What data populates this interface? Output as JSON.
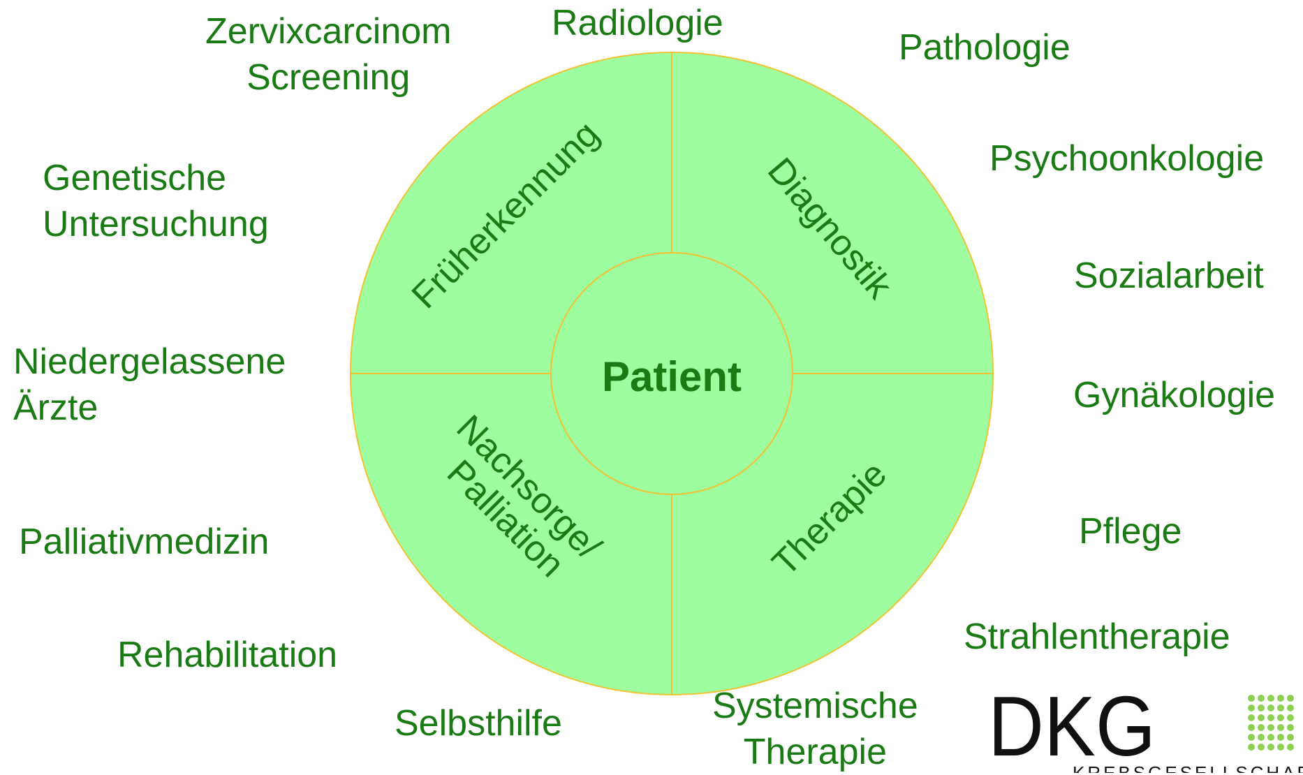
{
  "center_label": "Patient",
  "segments": {
    "top_left": "Früherkennung",
    "top_right": "Diagnostik",
    "bottom_left": [
      "Nachsorge/",
      "Palliation"
    ],
    "bottom_right": "Therapie"
  },
  "outer_labels": {
    "zervix": [
      "Zervixcarcinom",
      "Screening"
    ],
    "radiologie": "Radiologie",
    "pathologie": "Pathologie",
    "genetische": [
      "Genetische",
      "Untersuchung"
    ],
    "psychoonkologie": "Psychoonkologie",
    "sozialarbeit": "Sozialarbeit",
    "niedergelassene": [
      "Niedergelassene",
      "Ärzte"
    ],
    "gynaekologie": "Gynäkologie",
    "palliativmedizin": "Palliativmedizin",
    "pflege": "Pflege",
    "rehabilitation": "Rehabilitation",
    "strahlentherapie": "Strahlentherapie",
    "selbsthilfe": "Selbsthilfe",
    "systemische": [
      "Systemische",
      "Therapie"
    ]
  },
  "logo": {
    "text": "DKG",
    "subtext": "KREBSGESELLSCHAFT"
  },
  "colors": {
    "disc_fill": "#9dfd9f",
    "disc_stroke": "#f2c233",
    "text_green": "#1a7a14",
    "logo_dark": "#111111",
    "logo_dots": "#8fcf52"
  }
}
